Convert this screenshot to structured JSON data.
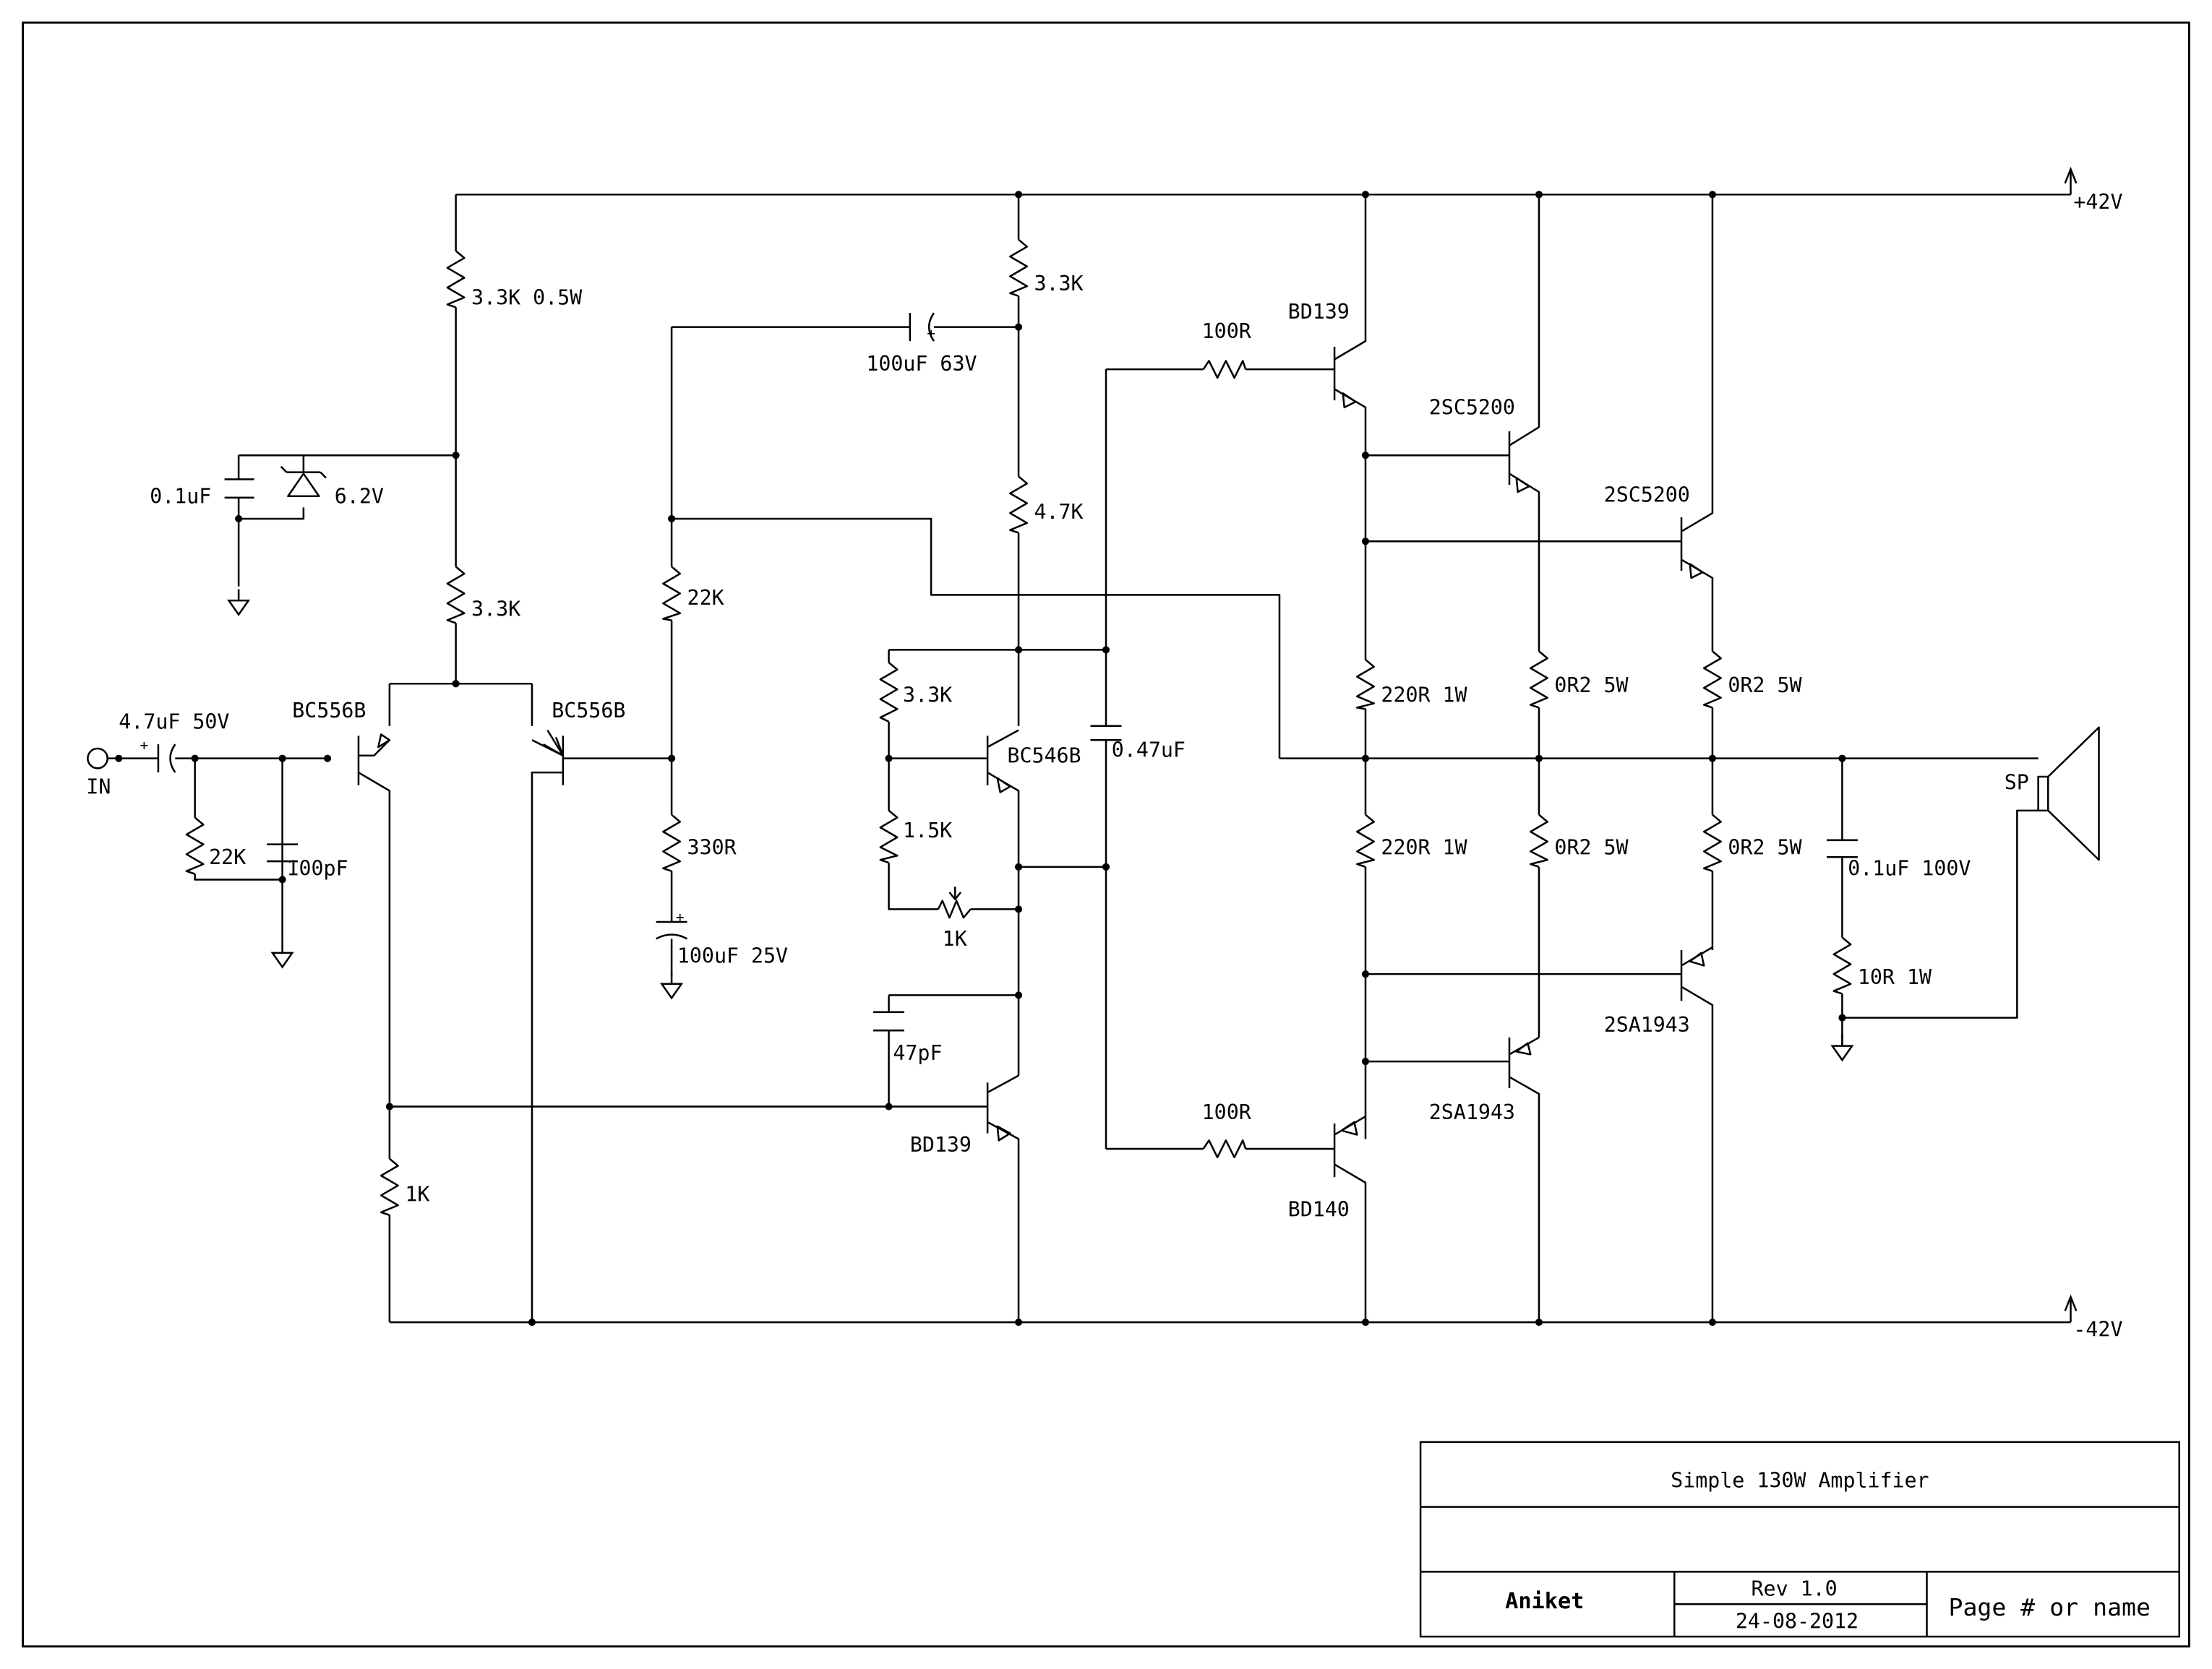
{
  "schematic": {
    "rails": {
      "pos": "+42V",
      "neg": "-42V"
    },
    "input": {
      "port": "IN",
      "coupling_cap": "4.7uF 50V",
      "bias_res": "22K",
      "filter_cap": "100pF"
    },
    "supply_filter": {
      "res": "3.3K 0.5W",
      "cap": "0.1uF",
      "zener": "6.2V",
      "tail_res": "3.3K"
    },
    "diff_pair": {
      "q1": "BC556B",
      "q2": "BC556B",
      "load_res": "1K"
    },
    "feedback": {
      "res_top": "22K",
      "res_bottom": "330R",
      "cap": "100uF 25V"
    },
    "bootstrap": {
      "res_top": "3.3K",
      "cap": "100uF 63V",
      "res_mid": "4.7K"
    },
    "vbe_mult": {
      "res_a": "3.3K",
      "res_b": "1.5K",
      "transistor": "BC546B",
      "trim": "1K",
      "cap": "0.47uF"
    },
    "vas": {
      "transistor": "BD139",
      "comp_cap": "47pF"
    },
    "drivers": {
      "top_res": "100R",
      "top": "BD139",
      "bot_res": "100R",
      "bot": "BD140",
      "emitter_res_top": "220R 1W",
      "emitter_res_bot": "220R 1W"
    },
    "outputs": {
      "npn1": "2SC5200",
      "npn2": "2SC5200",
      "pnp1": "2SA1943",
      "pnp2": "2SA1943",
      "re1": "0R2 5W",
      "re2": "0R2 5W",
      "re3": "0R2 5W",
      "re4": "0R2 5W"
    },
    "zobel": {
      "cap": "0.1uF 100V",
      "res": "10R 1W"
    },
    "speaker": "SP"
  },
  "title_block": {
    "title": "Simple 130W Amplifier",
    "author": "Aniket",
    "rev": "Rev 1.0",
    "date": "24-08-2012",
    "page": "Page # or name"
  }
}
